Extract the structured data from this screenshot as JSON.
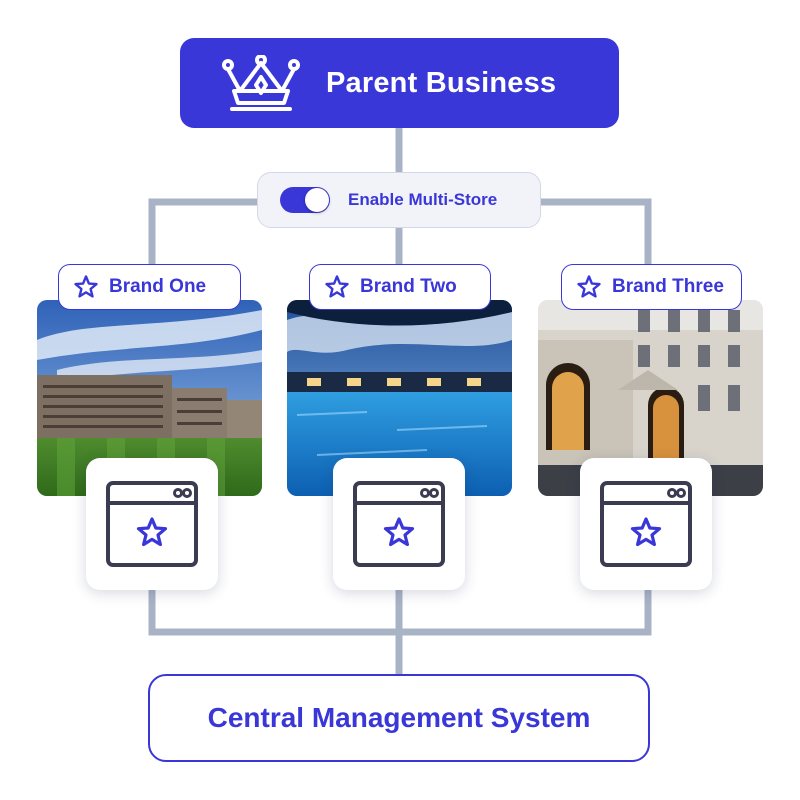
{
  "parent": {
    "title": "Parent Business",
    "icon": "crown-icon"
  },
  "toggle": {
    "label": "Enable Multi-Store",
    "enabled": true
  },
  "brands": [
    {
      "label": "Brand One",
      "icon": "star-icon",
      "photo": "hotel-golf-course-photo"
    },
    {
      "label": "Brand Two",
      "icon": "star-icon",
      "photo": "indoor-pool-photo"
    },
    {
      "label": "Brand Three",
      "icon": "star-icon",
      "photo": "historic-building-photo"
    }
  ],
  "central": {
    "title": "Central Management System"
  },
  "colors": {
    "accent": "#3a37d9",
    "connector": "#a9b3c6",
    "pill_bg": "#f2f3f8",
    "window_icon": "#3b3b52"
  }
}
